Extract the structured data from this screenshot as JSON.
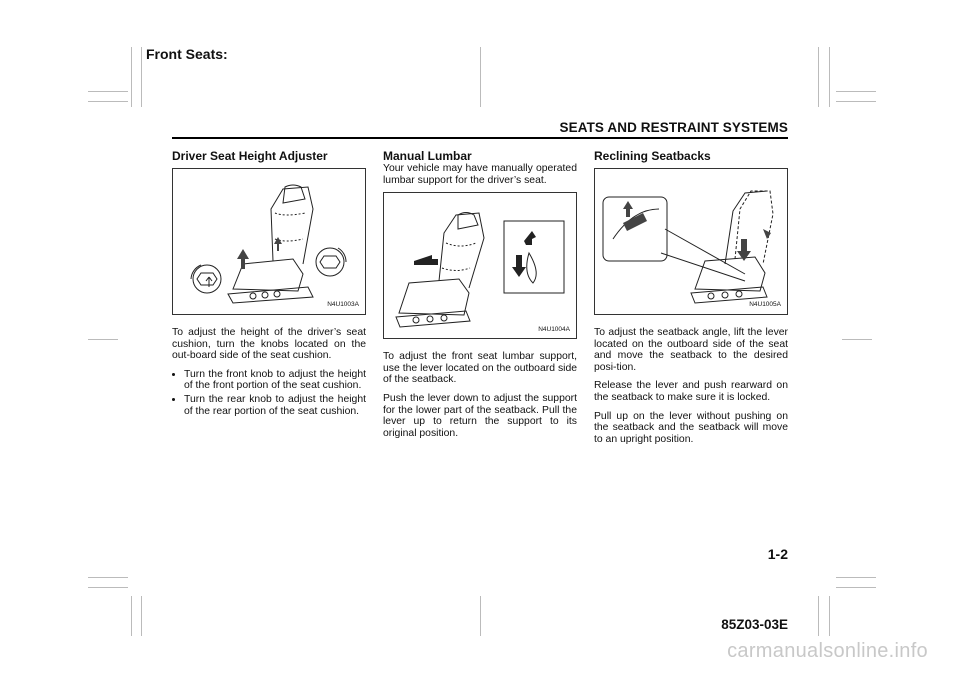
{
  "header": {
    "chapter_title": "Front Seats:",
    "section_title": "SEATS AND RESTRAINT SYSTEMS"
  },
  "columns": {
    "left": {
      "heading": "Driver Seat Height Adjuster",
      "figure_code": "N4U1003A",
      "body": "To adjust the height of the driver’s seat cushion, turn the knobs located on the out-board side of the seat cushion.",
      "bullets": [
        "Turn the front knob to adjust the height of the front portion of the seat cushion.",
        "Turn the rear knob to adjust the height of the rear portion of the seat cushion."
      ]
    },
    "middle": {
      "heading": "Manual Lumbar",
      "intro": "Your vehicle may have manually operated lumbar support for the driver’s seat.",
      "figure_code": "N4U1004A",
      "paragraphs": [
        "To adjust the front seat lumbar support, use the lever located on the outboard side of the seatback.",
        "Push the lever down to adjust the support for the lower part of the seatback. Pull the lever up to return the support to its original position."
      ]
    },
    "right": {
      "heading": "Reclining Seatbacks",
      "figure_code": "N4U1005A",
      "paragraphs": [
        "To adjust the seatback angle, lift the lever located on the outboard side of the seat and move the seatback to the desired posi-tion.",
        "Release the lever and push rearward on the seatback to make sure it is locked.",
        "Pull up on the lever without pushing on the seatback and the seatback will move to an upright position."
      ]
    }
  },
  "footer": {
    "page_number": "1-2",
    "document_code": "85Z03-03E",
    "watermark": "carmanualsonline.info"
  }
}
